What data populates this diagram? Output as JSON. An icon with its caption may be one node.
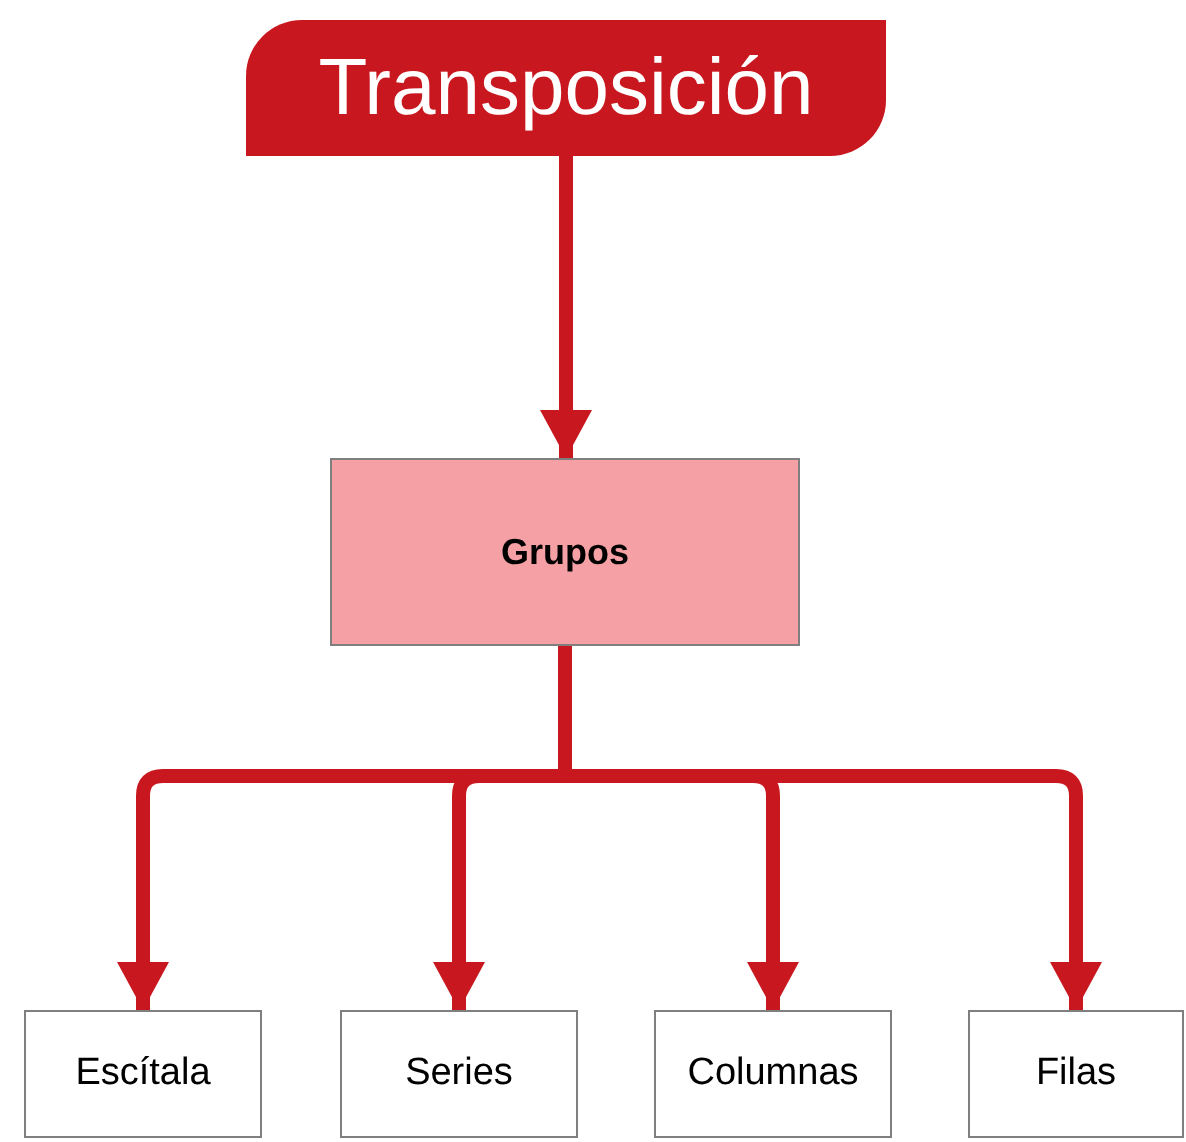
{
  "diagram": {
    "nodes": [
      {
        "text": [
          "Transposición"
        ]
      },
      {
        "text": [
          "Grupos"
        ]
      },
      {
        "text": [
          "Escítala"
        ]
      },
      {
        "text": [
          "Series"
        ]
      },
      {
        "text": [
          "Columnas"
        ]
      },
      {
        "text": [
          "Filas"
        ]
      }
    ],
    "edges": [
      {
        "from": 0,
        "to": 1,
        "arrow": "to"
      },
      {
        "from": 1,
        "to": 2,
        "arrow": "to"
      },
      {
        "from": 1,
        "to": 3,
        "arrow": "to"
      },
      {
        "from": 1,
        "to": 4,
        "arrow": "to"
      },
      {
        "from": 1,
        "to": 5,
        "arrow": "to"
      }
    ]
  }
}
